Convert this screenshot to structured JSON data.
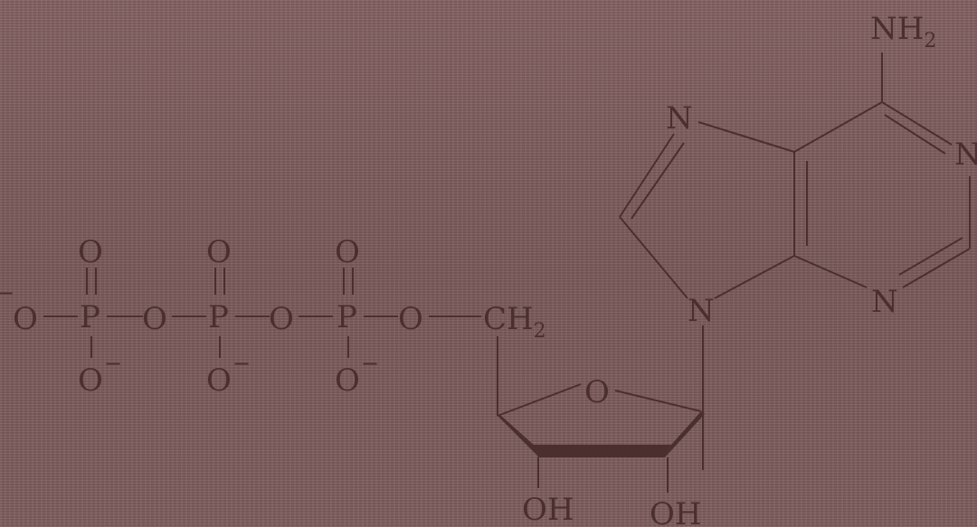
{
  "molecule": {
    "phosphate_groups": [
      {
        "top_oxygen": "O",
        "phosphorus": "P",
        "bottom_oxygen": "O",
        "bottom_charge": "−"
      },
      {
        "top_oxygen": "O",
        "phosphorus": "P",
        "bottom_oxygen": "O",
        "bottom_charge": "−"
      },
      {
        "top_oxygen": "O",
        "phosphorus": "P",
        "bottom_oxygen": "O",
        "bottom_charge": "−"
      }
    ],
    "terminal_oxygen": "O",
    "terminal_charge": "−",
    "bridge_oxygens": [
      "O",
      "O",
      "O"
    ],
    "ch2": {
      "main": "CH",
      "subscript": "2"
    },
    "ribose": {
      "ring_oxygen": "O",
      "hydroxyls": [
        "OH",
        "OH"
      ]
    },
    "adenine": {
      "n_top": "N",
      "n_right_top": "N",
      "n_right_bottom": "N",
      "n_glycosidic": "N",
      "amine": {
        "main": "NH",
        "subscript": "2"
      }
    }
  },
  "colors": {
    "background": "#7d5c5c",
    "ink": "#4b2f2f"
  }
}
